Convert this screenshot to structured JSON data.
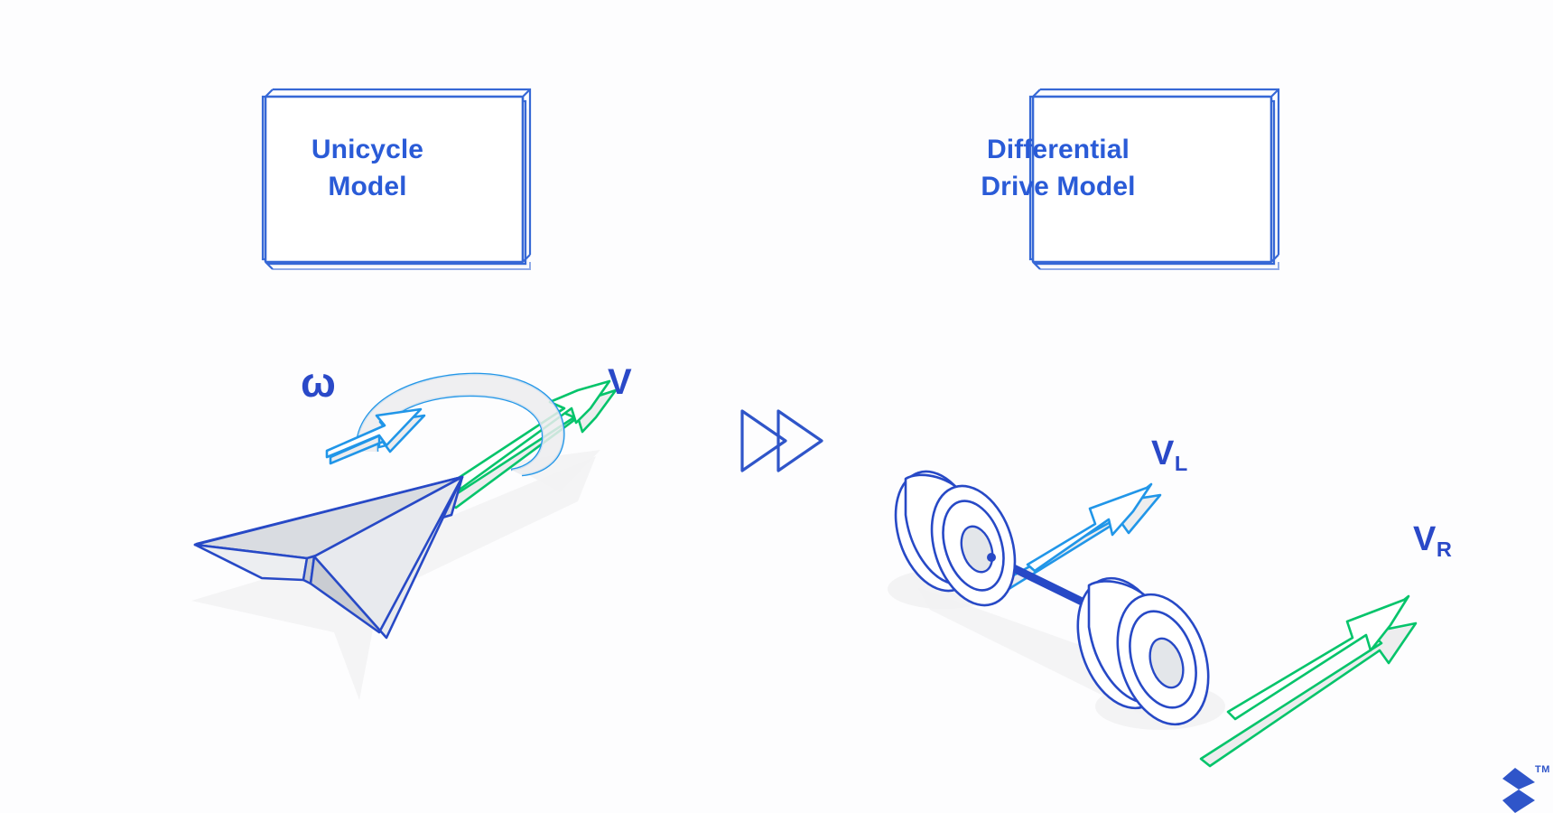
{
  "page": {
    "background_color": "#fdfdfe",
    "title": "Unicycle Model to Differential Drive Model"
  },
  "cards": {
    "left": {
      "name": "unicycle-model-card",
      "title": "Unicycle\nModel",
      "title_line1": "Unicycle",
      "title_line2": "Model",
      "border_color": "#3668d6",
      "text_color": "#2a5bd7",
      "fill_color": "#ffffff"
    },
    "right": {
      "name": "differential-drive-model-card",
      "title": "Differential\nDrive Model",
      "title_line1": "Differential",
      "title_line2": "Drive Model",
      "border_color": "#3668d6",
      "text_color": "#2a5bd7",
      "fill_color": "#ffffff"
    }
  },
  "transition": {
    "icon": "fast-forward-icon",
    "shape": "double-triangle-right",
    "color": "#2f55c9"
  },
  "diagrams": {
    "unicycle": {
      "name": "unicycle-diagram",
      "body_shape": "paper-plane-dart",
      "body_outline_color": "#2749c6",
      "body_fill_color": "#e8eaee",
      "shadow_color": "#f2f2f3",
      "vectors": [
        {
          "symbol": "ω",
          "name": "angular-velocity-vector",
          "type": "curved-rotation-arrow",
          "color": "#2196e8",
          "label_color": "#2a49c8",
          "meaning": "angular velocity"
        },
        {
          "symbol": "V",
          "name": "linear-velocity-vector",
          "type": "straight-arrow",
          "color": "#05c46b",
          "label_color": "#2a49c8",
          "meaning": "linear velocity"
        }
      ]
    },
    "differential_drive": {
      "name": "differential-drive-diagram",
      "axle_color": "#2749c6",
      "wheel_outline_color": "#2749c6",
      "wheel_fill_color": "#ffffff",
      "hub_fill_color": "#e3e6ea",
      "shadow_color": "#f2f2f3",
      "wheels": [
        {
          "name": "left-wheel",
          "position": "rear-left"
        },
        {
          "name": "right-wheel",
          "position": "front-right"
        }
      ],
      "vectors": [
        {
          "symbol": "V",
          "subscript": "L",
          "name": "left-wheel-velocity-vector",
          "type": "straight-arrow",
          "color": "#2196e8",
          "label_color": "#2a49c8",
          "meaning": "left wheel velocity"
        },
        {
          "symbol": "V",
          "subscript": "R",
          "name": "right-wheel-velocity-vector",
          "type": "straight-arrow",
          "color": "#05c46b",
          "label_color": "#2a49c8",
          "meaning": "right wheel velocity"
        }
      ]
    }
  },
  "branding": {
    "logo_name": "toptal-logo",
    "trademark": "TM",
    "color": "#2f55c9"
  }
}
